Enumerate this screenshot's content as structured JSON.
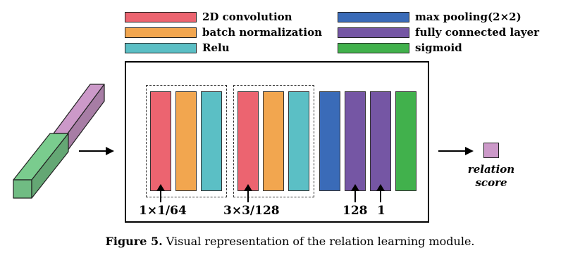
{
  "legend": {
    "items": [
      {
        "label": "2D convolution",
        "color": "#ec6470"
      },
      {
        "label": "batch normalization",
        "color": "#f2a64f"
      },
      {
        "label": "Relu",
        "color": "#5bbfc5"
      },
      {
        "label": "max pooling(2×2)",
        "color": "#3a6bb8"
      },
      {
        "label": "fully connected layer",
        "color": "#7556a4"
      },
      {
        "label": "sigmoid",
        "color": "#41b14c"
      }
    ]
  },
  "module": {
    "layer_colors": [
      "#ec6470",
      "#f2a64f",
      "#5bbfc5",
      "#ec6470",
      "#f2a64f",
      "#5bbfc5",
      "#3a6bb8",
      "#7556a4",
      "#7556a4",
      "#41b14c"
    ],
    "labels": {
      "block1": "1×1/64",
      "block2": "3×3/128",
      "fc1": "128",
      "fc2": "1"
    }
  },
  "input": {
    "colors": {
      "top_bar": "#cc99c9",
      "bottom_bar": "#7acc8e"
    }
  },
  "output": {
    "label_line1": "relation",
    "label_line2": "score",
    "swatch_color": "#cc99c9"
  },
  "caption": {
    "prefix": "Figure 5.",
    "text": " Visual representation of the relation learning module."
  }
}
